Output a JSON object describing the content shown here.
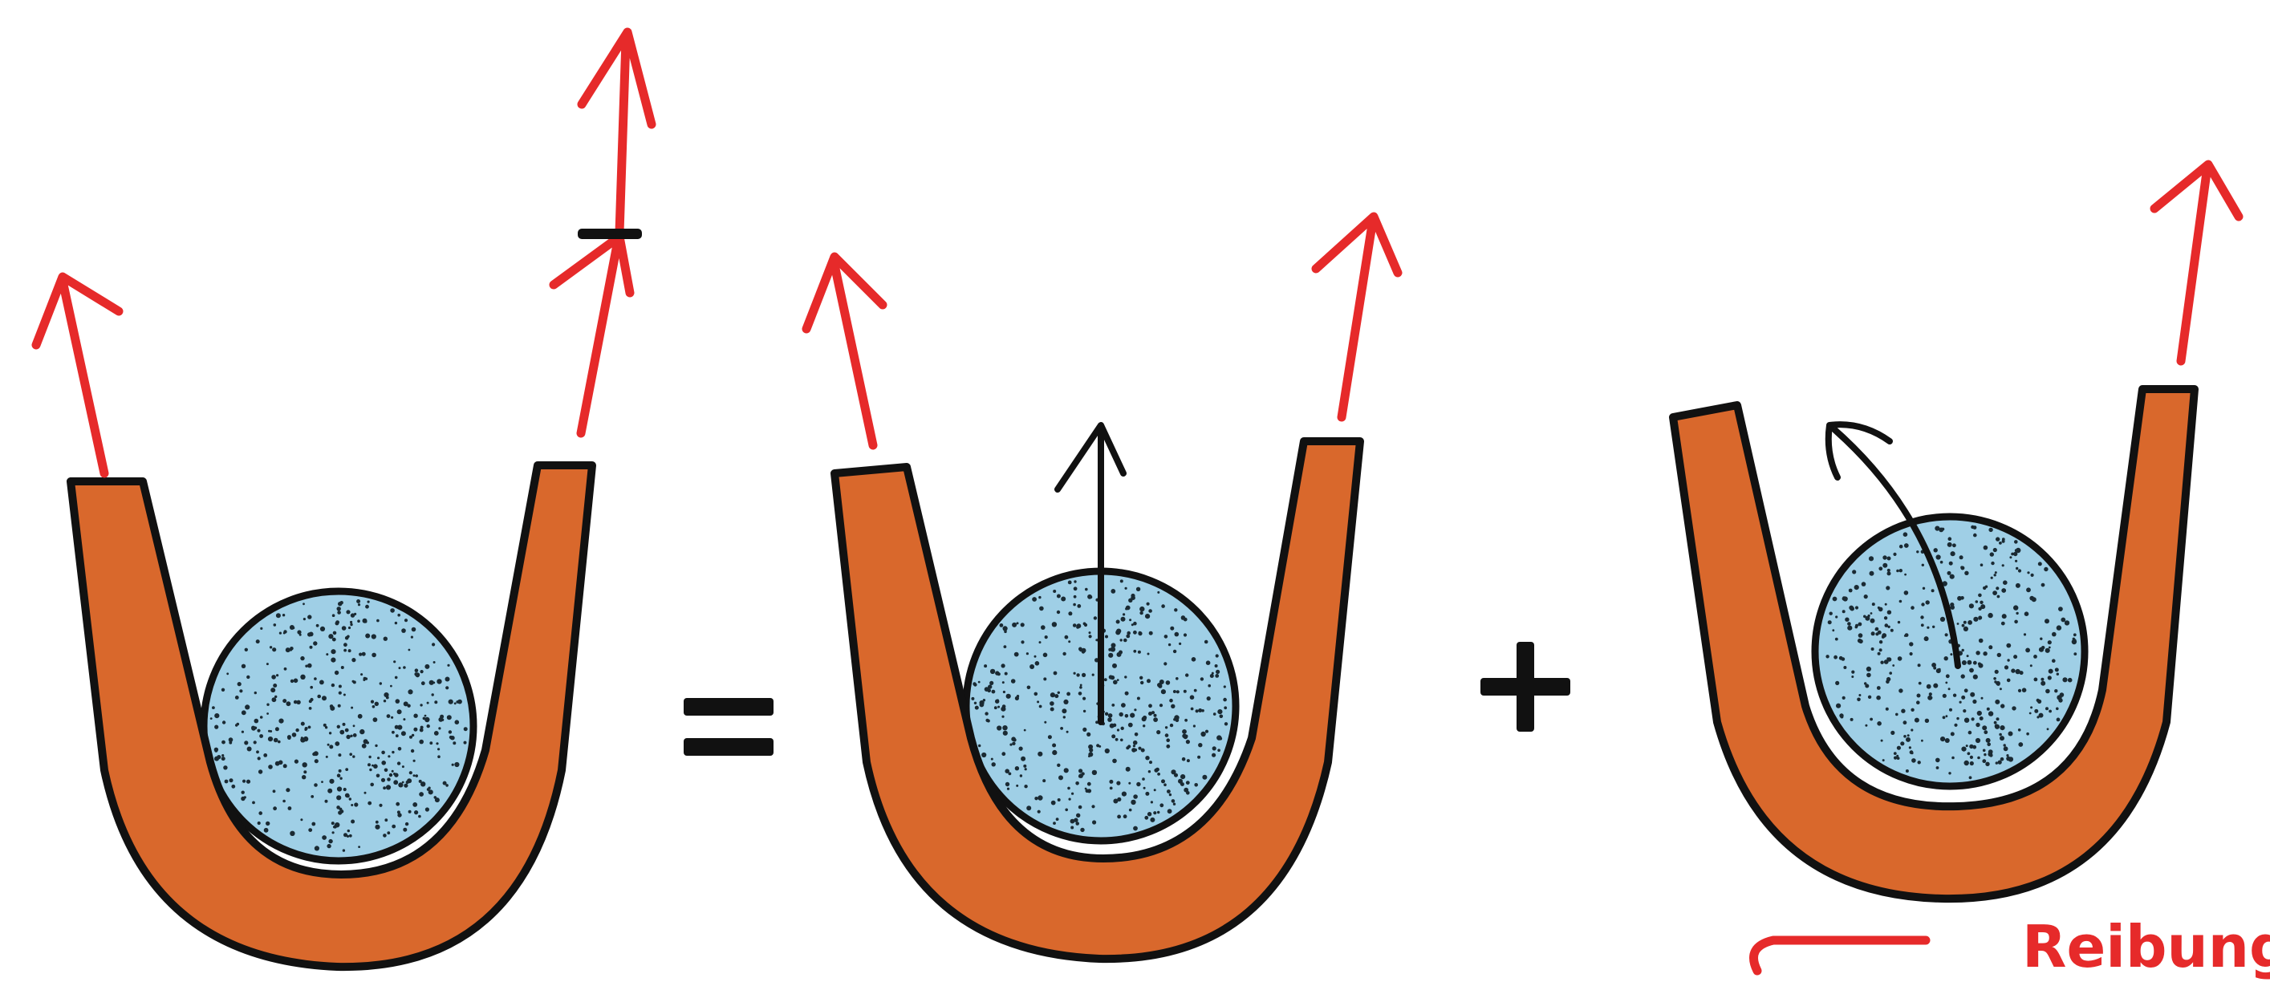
{
  "diagram": {
    "panels": [
      {
        "id": "sling-combined",
        "force_arrows": [
          "left-up",
          "right-up-long"
        ]
      },
      {
        "id": "sling-lift",
        "force_arrows": [
          "left-up",
          "right-up"
        ],
        "ball_arrow": "straight-up"
      },
      {
        "id": "sling-friction",
        "force_arrows": [
          "right-up"
        ],
        "ball_arrow": "curved-up-left"
      }
    ],
    "operators": [
      "=",
      "+"
    ],
    "friction_label": "Reibung",
    "colors": {
      "sling": "#d9682c",
      "ball": "#9fcfe6",
      "force": "#e62a2a",
      "outline": "#111111"
    }
  }
}
